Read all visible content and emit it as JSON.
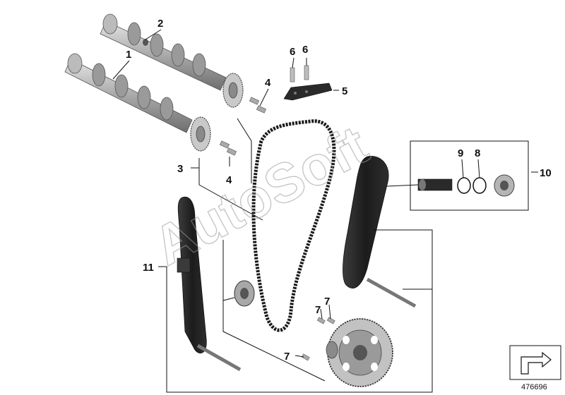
{
  "diagram": {
    "reference": "476696"
  },
  "watermark": {
    "text": "AutoSoft"
  },
  "callouts": {
    "0": "1",
    "2": "2",
    "2b": "3",
    "3": "4",
    "4": "5",
    "5": "6",
    "6": "7",
    "7": "8",
    "8": "9",
    "9": "10",
    "10": "11"
  }
}
